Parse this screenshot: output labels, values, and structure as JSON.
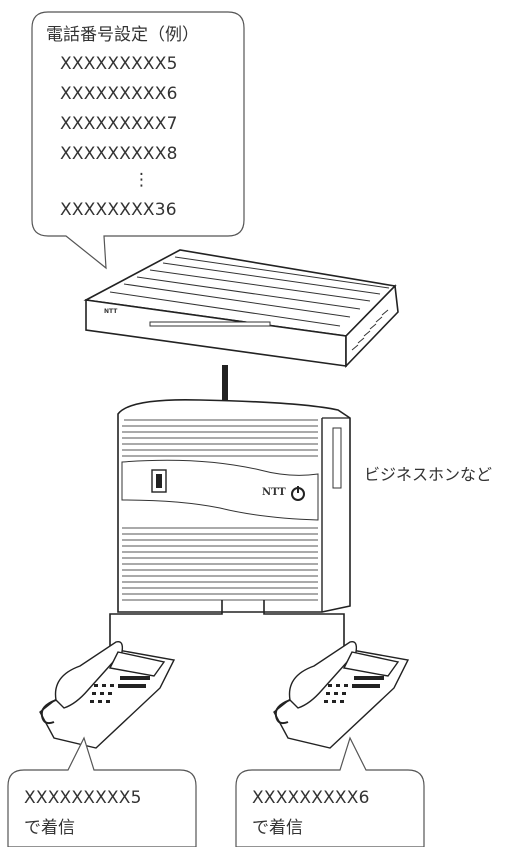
{
  "callout_top": {
    "title": "電話番号設定（例）",
    "numbers": [
      "XXXXXXXXX5",
      "XXXXXXXXX6",
      "XXXXXXXXX7",
      "XXXXXXXXX8"
    ],
    "ellipsis": "⋮",
    "last_number": "XXXXXXXX36"
  },
  "device_labels": {
    "router_logo": "NTT",
    "pbx_logo": "NTT"
  },
  "side_label": "ビジネスホンなど",
  "callout_left": {
    "number": "XXXXXXXXX5",
    "status": "で着信"
  },
  "callout_right": {
    "number": "XXXXXXXXX6",
    "status": "で着信"
  }
}
